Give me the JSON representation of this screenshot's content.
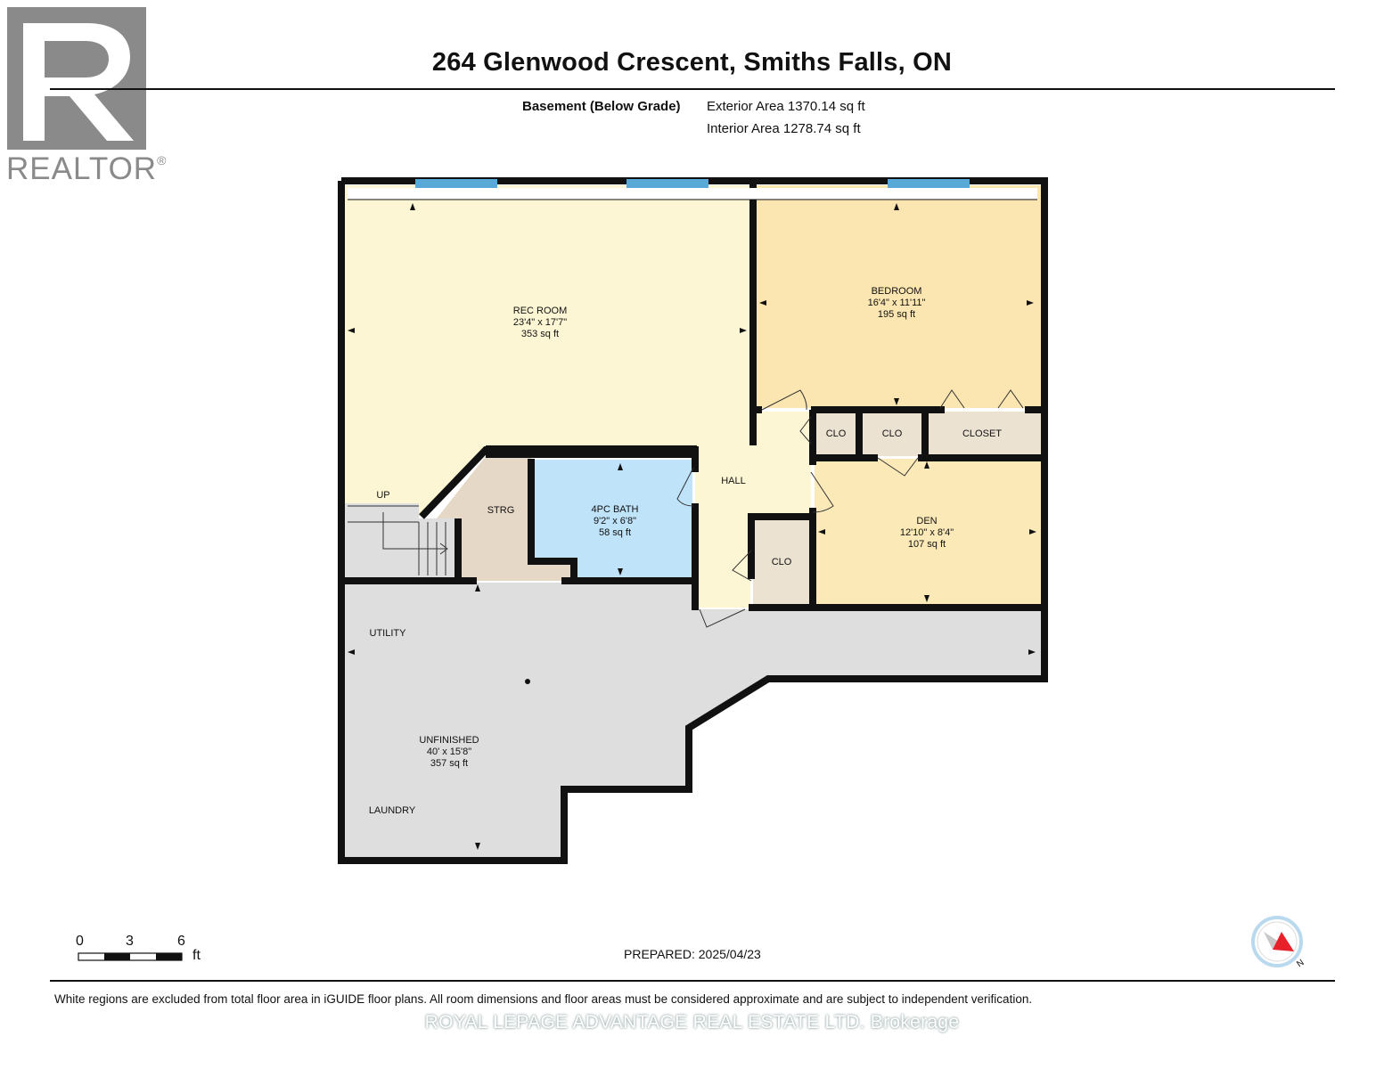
{
  "header": {
    "title": "264 Glenwood Crescent, Smiths Falls, ON",
    "floor_name": "Basement (Below Grade)",
    "exterior_area": "Exterior Area 1370.14 sq ft",
    "interior_area": "Interior Area 1278.74 sq ft"
  },
  "logo": {
    "text": "REALTOR",
    "registered": "®",
    "color": "#8a8a8a"
  },
  "rooms": {
    "rec_room": {
      "name": "REC ROOM",
      "dims": "23'4\" x 17'7\"",
      "area": "353 sq ft"
    },
    "bedroom": {
      "name": "BEDROOM",
      "dims": "16'4\" x 11'11\"",
      "area": "195 sq ft"
    },
    "bath": {
      "name": "4PC BATH",
      "dims": "9'2\" x 6'8\"",
      "area": "58 sq ft"
    },
    "den": {
      "name": "DEN",
      "dims": "12'10\" x 8'4\"",
      "area": "107 sq ft"
    },
    "unfinished": {
      "name": "UNFINISHED",
      "dims": "40' x 15'8\"",
      "area": "357 sq ft"
    },
    "hall": "HALL",
    "strg": "STRG",
    "clo_1": "CLO",
    "clo_2": "CLO",
    "clo_3": "CLO",
    "closet": "CLOSET",
    "utility": "UTILITY",
    "laundry": "LAUNDRY",
    "up": "UP"
  },
  "colors": {
    "rec_room": "#fdf6d4",
    "bedroom": "#fbe5b0",
    "den": "#fbe9b8",
    "bath": "#bfe3f9",
    "storage": "#e6d8c6",
    "closet": "#ece2d2",
    "unfinished": "#dedede",
    "wall": "#111111",
    "window": "#58a8d8",
    "compass": "#e8202a"
  },
  "scale": {
    "ticks": [
      "0",
      "3",
      "6"
    ],
    "unit": "ft"
  },
  "compass": {
    "label": "N"
  },
  "footer": {
    "prepared": "PREPARED: 2025/04/23",
    "disclaimer": "White regions are excluded from total floor area in iGUIDE floor plans. All room dimensions and floor areas must be considered approximate and are subject to independent verification.",
    "watermark": "ROYAL LEPAGE ADVANTAGE REAL ESTATE LTD. Brokerage"
  }
}
